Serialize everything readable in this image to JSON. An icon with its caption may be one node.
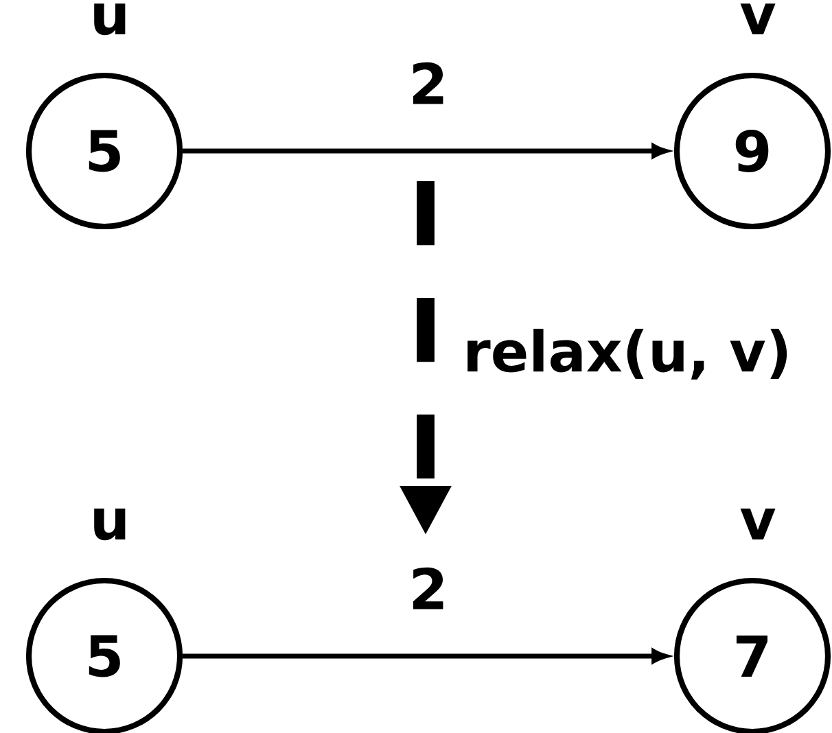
{
  "diagram": {
    "nodes": [
      {
        "text": [
          "5"
        ],
        "beside": [
          "u"
        ]
      },
      {
        "text": [
          "9"
        ],
        "beside": [
          "v"
        ]
      },
      {
        "text": [
          "5"
        ],
        "beside": [
          "u"
        ]
      },
      {
        "text": [
          "7"
        ],
        "beside": [
          "v"
        ]
      }
    ],
    "edges": [
      {
        "from": 0,
        "to": 1,
        "arrow": "to",
        "label": "2"
      },
      {
        "from": 2,
        "to": 3,
        "arrow": "to",
        "label": "2"
      }
    ],
    "labels": [
      "relax(u, v)"
    ]
  }
}
